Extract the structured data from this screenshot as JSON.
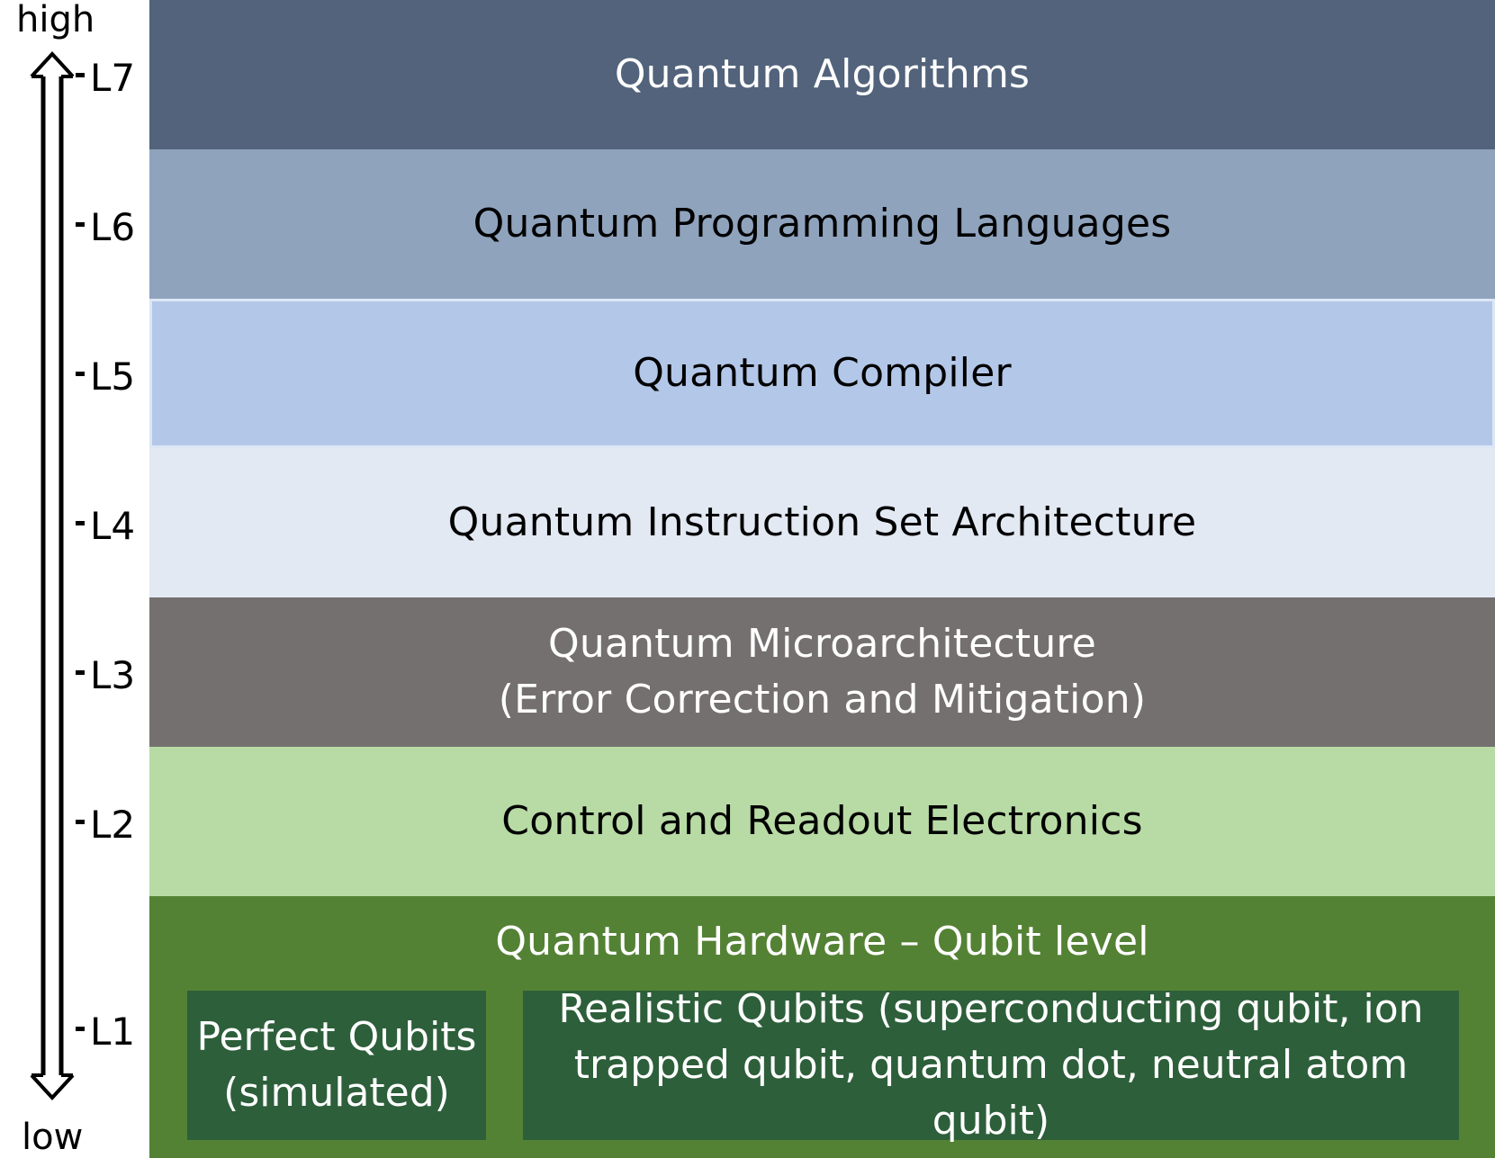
{
  "axis": {
    "top_label": "high",
    "bottom_label": "low"
  },
  "levels": [
    "L7",
    "L6",
    "L5",
    "L4",
    "L3",
    "L2",
    "L1"
  ],
  "layers": {
    "l7": {
      "text": "Quantum Algorithms"
    },
    "l6": {
      "text": "Quantum Programming Languages"
    },
    "l5": {
      "text": "Quantum Compiler"
    },
    "l4": {
      "text": "Quantum Instruction Set Architecture"
    },
    "l3": {
      "line1": "Quantum Microarchitecture",
      "line2": "(Error Correction and Mitigation)"
    },
    "l2": {
      "text": "Control and Readout Electronics"
    },
    "l1": {
      "title": "Quantum Hardware – Qubit level",
      "perfect": {
        "line1": "Perfect Qubits",
        "line2": "(simulated)"
      },
      "realistic": {
        "line1": "Realistic Qubits (superconducting qubit, ion",
        "line2": "trapped qubit, quantum dot, neutral atom qubit)"
      }
    }
  },
  "colors": {
    "l7": "#52637b",
    "l6": "#8fa3bd",
    "l5": "#b3c7e8",
    "l4": "#e3e9f3",
    "l3": "#747070",
    "l2": "#b8dba5",
    "l1": "#548235",
    "qubit_box": "#2d5f3a"
  }
}
